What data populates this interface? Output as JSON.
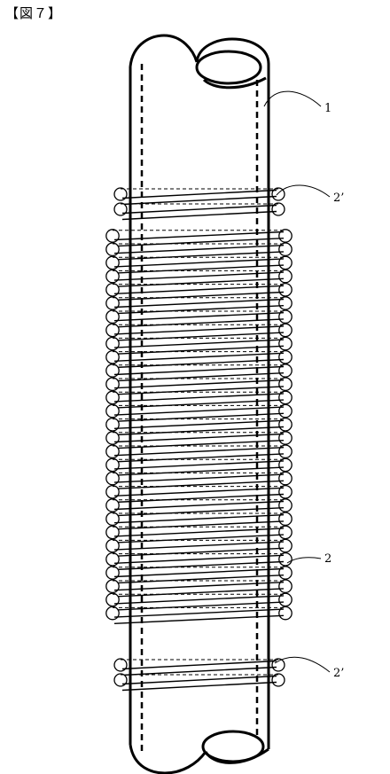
{
  "figure": {
    "title": "【図７】"
  },
  "labels": {
    "tube": "1",
    "coil_main": "2",
    "coil_upper": "2’",
    "coil_lower": "2’"
  },
  "structure": {
    "main_coil_turns": 29,
    "upper_coil_turns": 2,
    "lower_coil_turns": 2
  },
  "colors": {
    "ink": "#000000",
    "paper": "#ffffff"
  }
}
